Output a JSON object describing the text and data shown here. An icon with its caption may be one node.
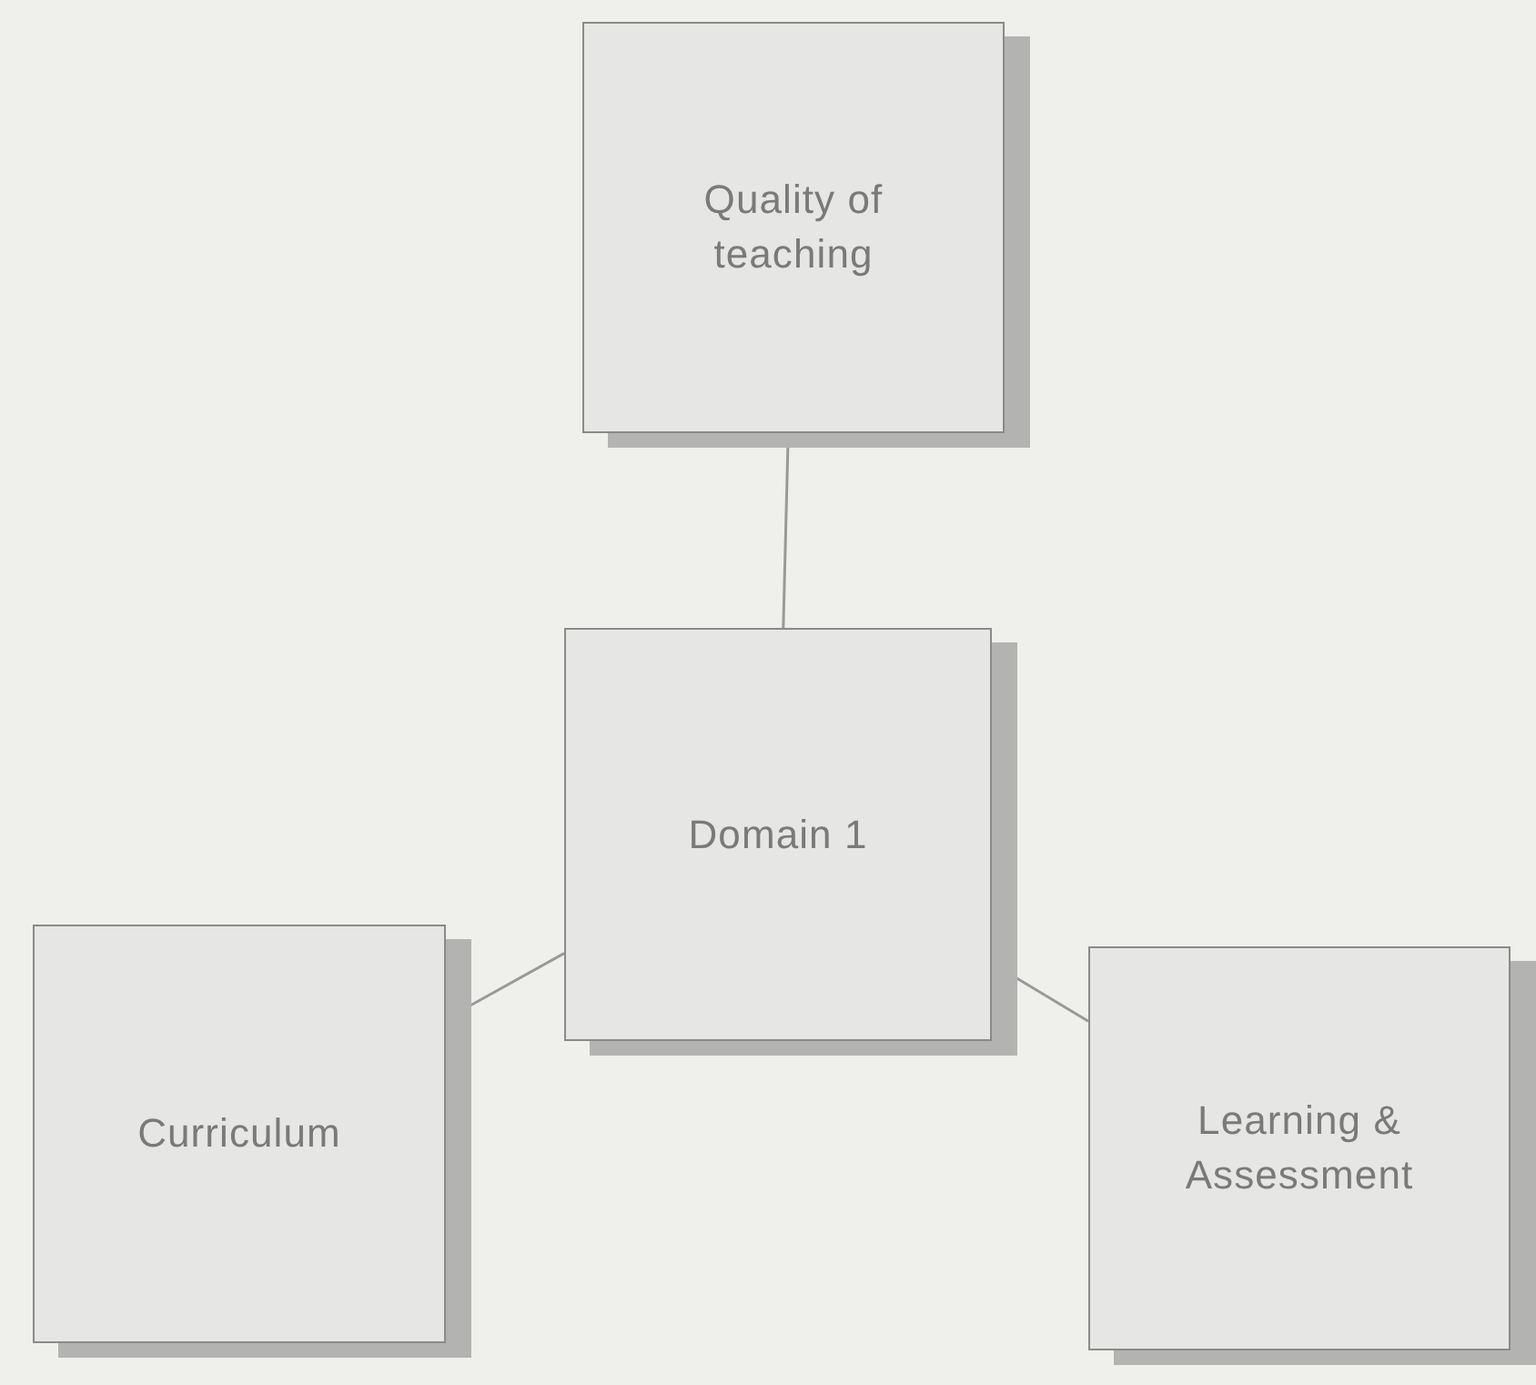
{
  "diagram": {
    "nodes": [
      {
        "text": [
          "Quality of teaching"
        ]
      },
      {
        "text": [
          "Domain 1"
        ]
      },
      {
        "text": [
          "Curriculum"
        ]
      },
      {
        "text": [
          "Learning & Assessment"
        ]
      }
    ],
    "edges": [
      {
        "from": 1,
        "to": 0,
        "arrow": "none"
      },
      {
        "from": 1,
        "to": 2,
        "arrow": "none"
      },
      {
        "from": 1,
        "to": 3,
        "arrow": "none"
      }
    ]
  }
}
